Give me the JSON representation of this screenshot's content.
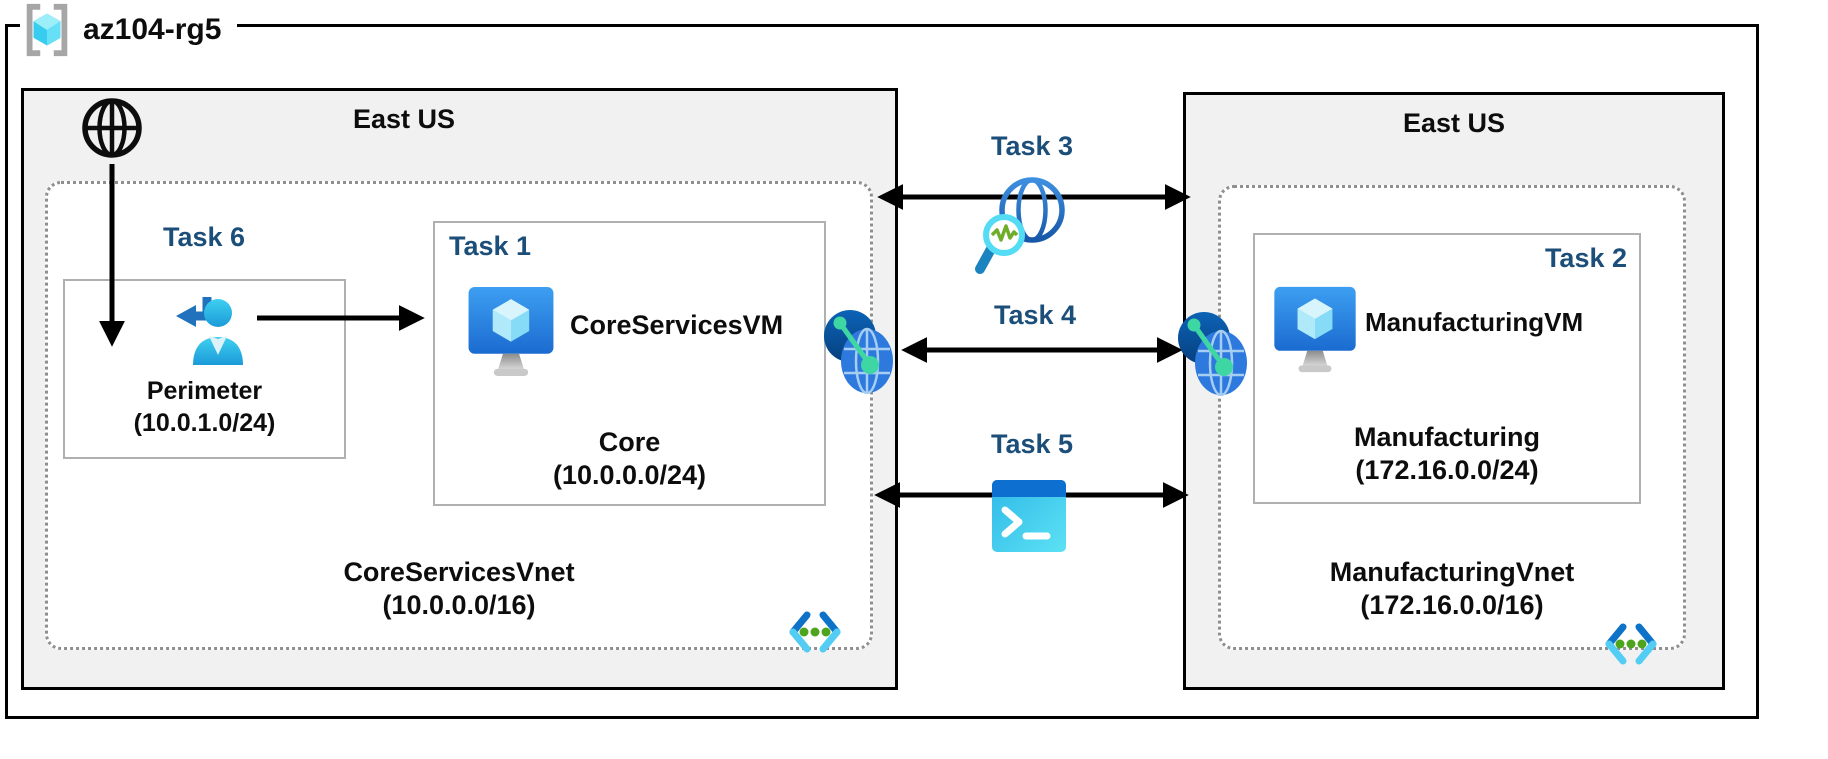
{
  "rg": {
    "label": "az104-rg5"
  },
  "regions": {
    "left": {
      "title": "East US",
      "vnet_name": "CoreServicesVnet",
      "vnet_cidr": "(10.0.0.0/16)",
      "subnets": {
        "perimeter": {
          "task": "Task 6",
          "name": "Perimeter",
          "cidr": "(10.0.1.0/24)"
        },
        "core": {
          "task": "Task 1",
          "vm_name": "CoreServicesVM",
          "name": "Core",
          "cidr": "(10.0.0.0/24)"
        }
      }
    },
    "right": {
      "title": "East US",
      "vnet_name": "ManufacturingVnet",
      "vnet_cidr": "(172.16.0.0/16)",
      "subnets": {
        "manufacturing": {
          "task": "Task 2",
          "vm_name": "ManufacturingVM",
          "name": "Manufacturing",
          "cidr": "(172.16.0.0/24)"
        }
      }
    }
  },
  "connections": {
    "task3": {
      "label": "Task 3",
      "icon": "network-watcher"
    },
    "task4": {
      "label": "Task 4",
      "icon": "vnet-peering"
    },
    "task5": {
      "label": "Task 5",
      "icon": "cloud-shell-terminal"
    }
  },
  "icons": {
    "resource_group": "resource-group-cube",
    "internet": "internet-globe",
    "user": "user-return-arrow",
    "vm": "azure-virtual-machine",
    "virtual_network": "vnet-angle-brackets",
    "peering": "vnet-peering-globe",
    "watcher": "network-watcher-magnifier",
    "shell": "cloud-shell-terminal"
  },
  "colors": {
    "task_label": "#1B4E78",
    "region_fill": "#f1f1f1",
    "vnet_border": "#8f8f8f",
    "subnet_border": "#b0b0b0",
    "arrow": "#000000",
    "vm_blue": "#2a7fe0",
    "cyan": "#54cdf4",
    "green_dot": "#4ea41c",
    "peer_green": "#3ed6a3"
  }
}
